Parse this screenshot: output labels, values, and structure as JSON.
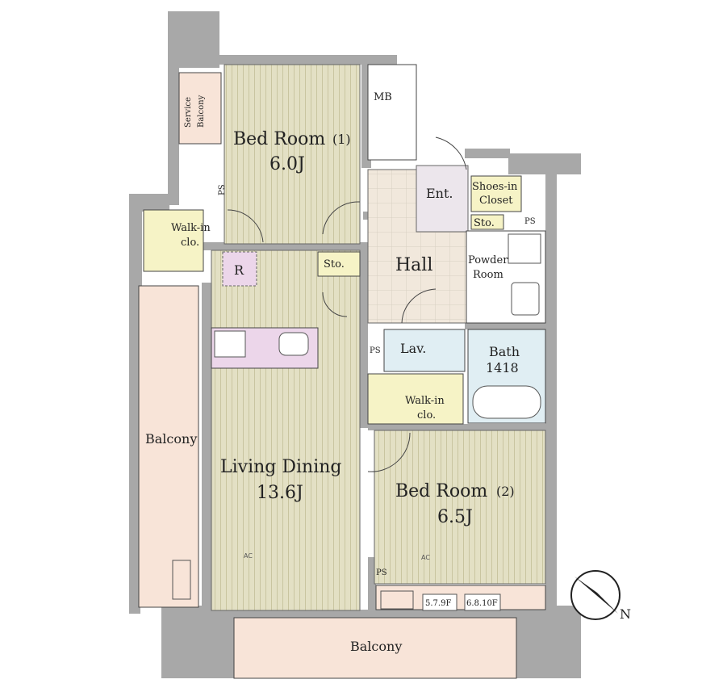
{
  "rooms": {
    "bedroom1": {
      "name": "Bed Room",
      "num": "(1)",
      "area": "6.0J"
    },
    "bedroom2": {
      "name": "Bed Room",
      "num": "(2)",
      "area": "6.5J"
    },
    "living": {
      "name": "Living Dining",
      "area": "13.6J"
    },
    "hall": "Hall",
    "ent": "Ent.",
    "mb": "MB",
    "shoes_line1": "Shoes-in",
    "shoes_line2": "Closet",
    "sto_top": "Sto.",
    "sto_hall": "Sto.",
    "ps_ent": "PS",
    "ps_lav": "PS",
    "ps_bottom": "PS",
    "ps_left": "PS",
    "powder_line1": "Powder",
    "powder_line2": "Room",
    "lav": "Lav.",
    "bath": "Bath",
    "bath_size": "1418",
    "walkin1_line1": "Walk-in",
    "walkin1_line2": "clo.",
    "walkin2_line1": "Walk-in",
    "walkin2_line2": "clo.",
    "refrigerator": "R",
    "service_line1": "Service",
    "service_line2": "Balcony",
    "balcony_left": "Balcony",
    "balcony_bottom": "Balcony",
    "ac1": "AC",
    "ac2": "AC",
    "unit1": "5.7.9F",
    "unit2": "6.8.10F",
    "north": "N"
  },
  "colors": {
    "wall": "#a8a8a8",
    "wood": "#e3e0c4",
    "wood_line": "#c9c5a0",
    "hall_tile": "#f1e8dc",
    "ent": "#ece6ec",
    "kitchen": "#ecd6ea",
    "wet": "#e0eef3",
    "closet": "#f6f3c6",
    "balcony": "#f8e4d8"
  }
}
